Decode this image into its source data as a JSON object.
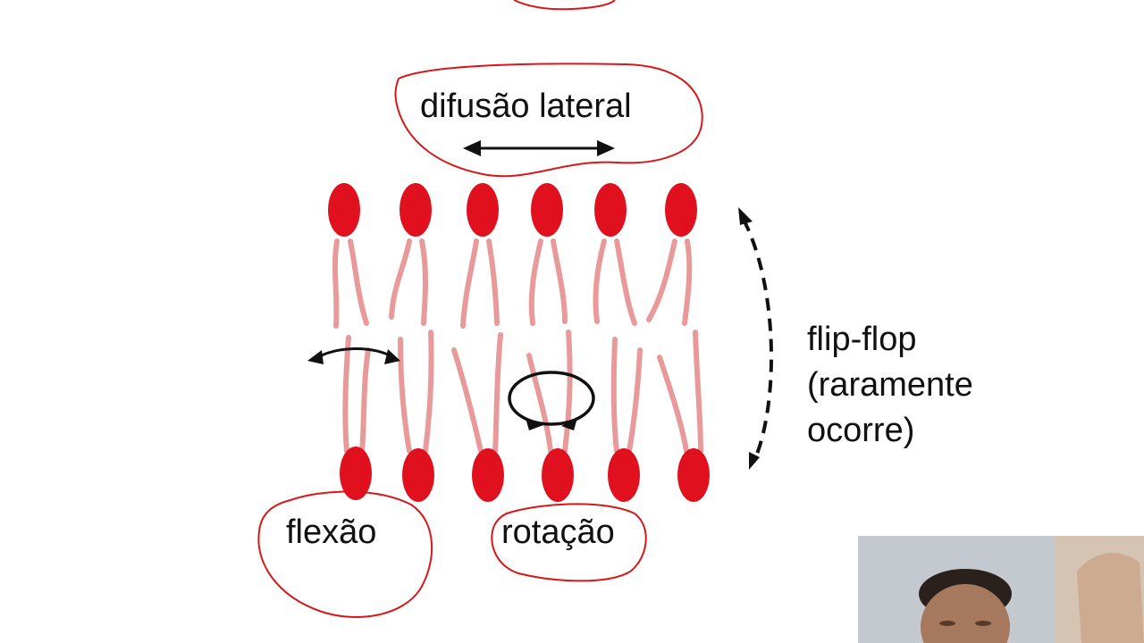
{
  "slide": {
    "labels": {
      "lateral_diffusion": "difusão lateral",
      "flexion": "flexão",
      "rotation": "rotação",
      "flip_flop_line1": "flip-flop",
      "flip_flop_line2": "(raramente",
      "flip_flop_line3": "ocorre)"
    }
  },
  "colors": {
    "phospholipid_head": "#e0101e",
    "lipid_tail": "#e89a9a",
    "annotation_circle": "#d81818",
    "arrow": "#111111"
  },
  "webcam_overlay": {
    "present": true
  }
}
